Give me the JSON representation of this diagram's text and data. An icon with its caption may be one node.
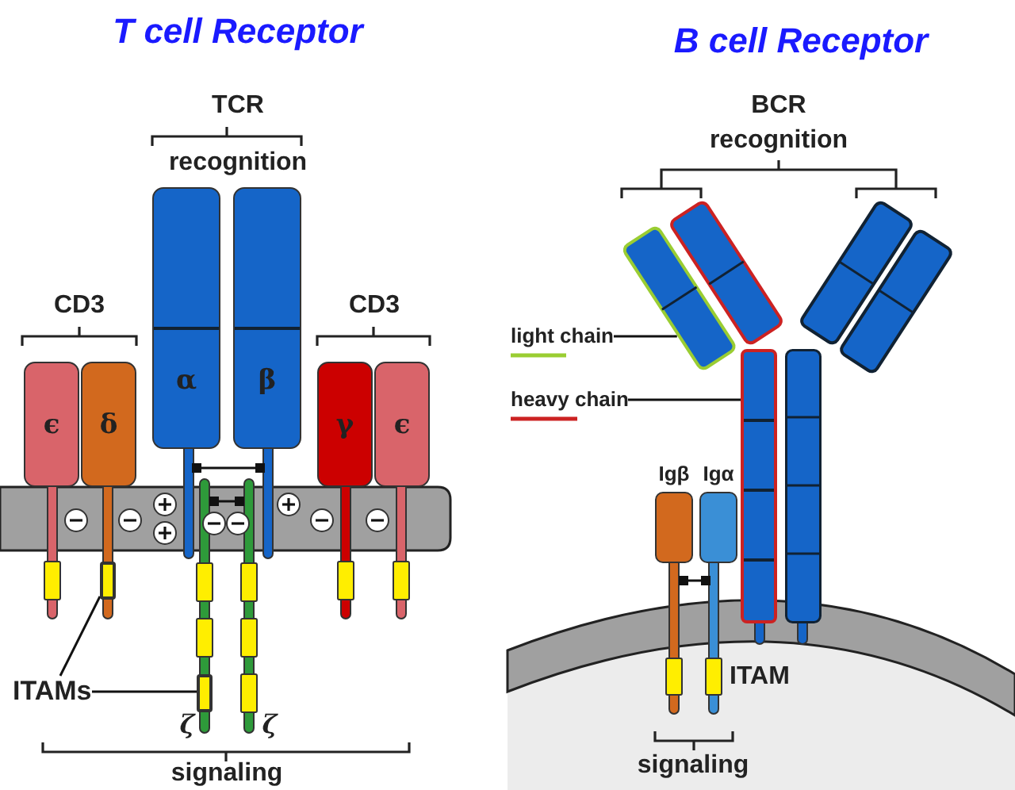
{
  "diagram": {
    "nodes": [
      {
        "text": [
          "ϵ"
        ]
      },
      {
        "text": [
          "δ"
        ]
      },
      {
        "text": [
          "α"
        ]
      },
      {
        "text": [
          "β"
        ]
      },
      {
        "text": [
          "γ"
        ]
      },
      {
        "text": [
          "ϵ"
        ]
      },
      {
        "text": [
          "ITAMs"
        ]
      },
      {
        "text": [],
        "shape": "bar"
      },
      {
        "text": [],
        "shape": "bar"
      },
      {
        "text": [
          "light chain"
        ]
      },
      {
        "text": [],
        "shape": "box"
      },
      {
        "text": [
          "heavy chain"
        ]
      },
      {
        "text": [],
        "shape": "box"
      },
      {
        "text": [
          "Igβ"
        ]
      },
      {
        "text": [
          "Igα"
        ]
      }
    ],
    "edges": [
      {
        "from": 6,
        "to": 7,
        "arrow": "none"
      },
      {
        "from": 6,
        "to": 8,
        "arrow": "none"
      },
      {
        "from": 9,
        "to": 10,
        "arrow": "none"
      },
      {
        "from": 11,
        "to": 12,
        "arrow": "none"
      }
    ],
    "labels": [
      "T cell Receptor",
      "B cell Receptor",
      "TCR",
      "recognition",
      "BCR",
      "recognition",
      "CD3",
      "CD3",
      "ζ",
      "ζ",
      "ITAM",
      "signaling",
      "signaling"
    ]
  }
}
